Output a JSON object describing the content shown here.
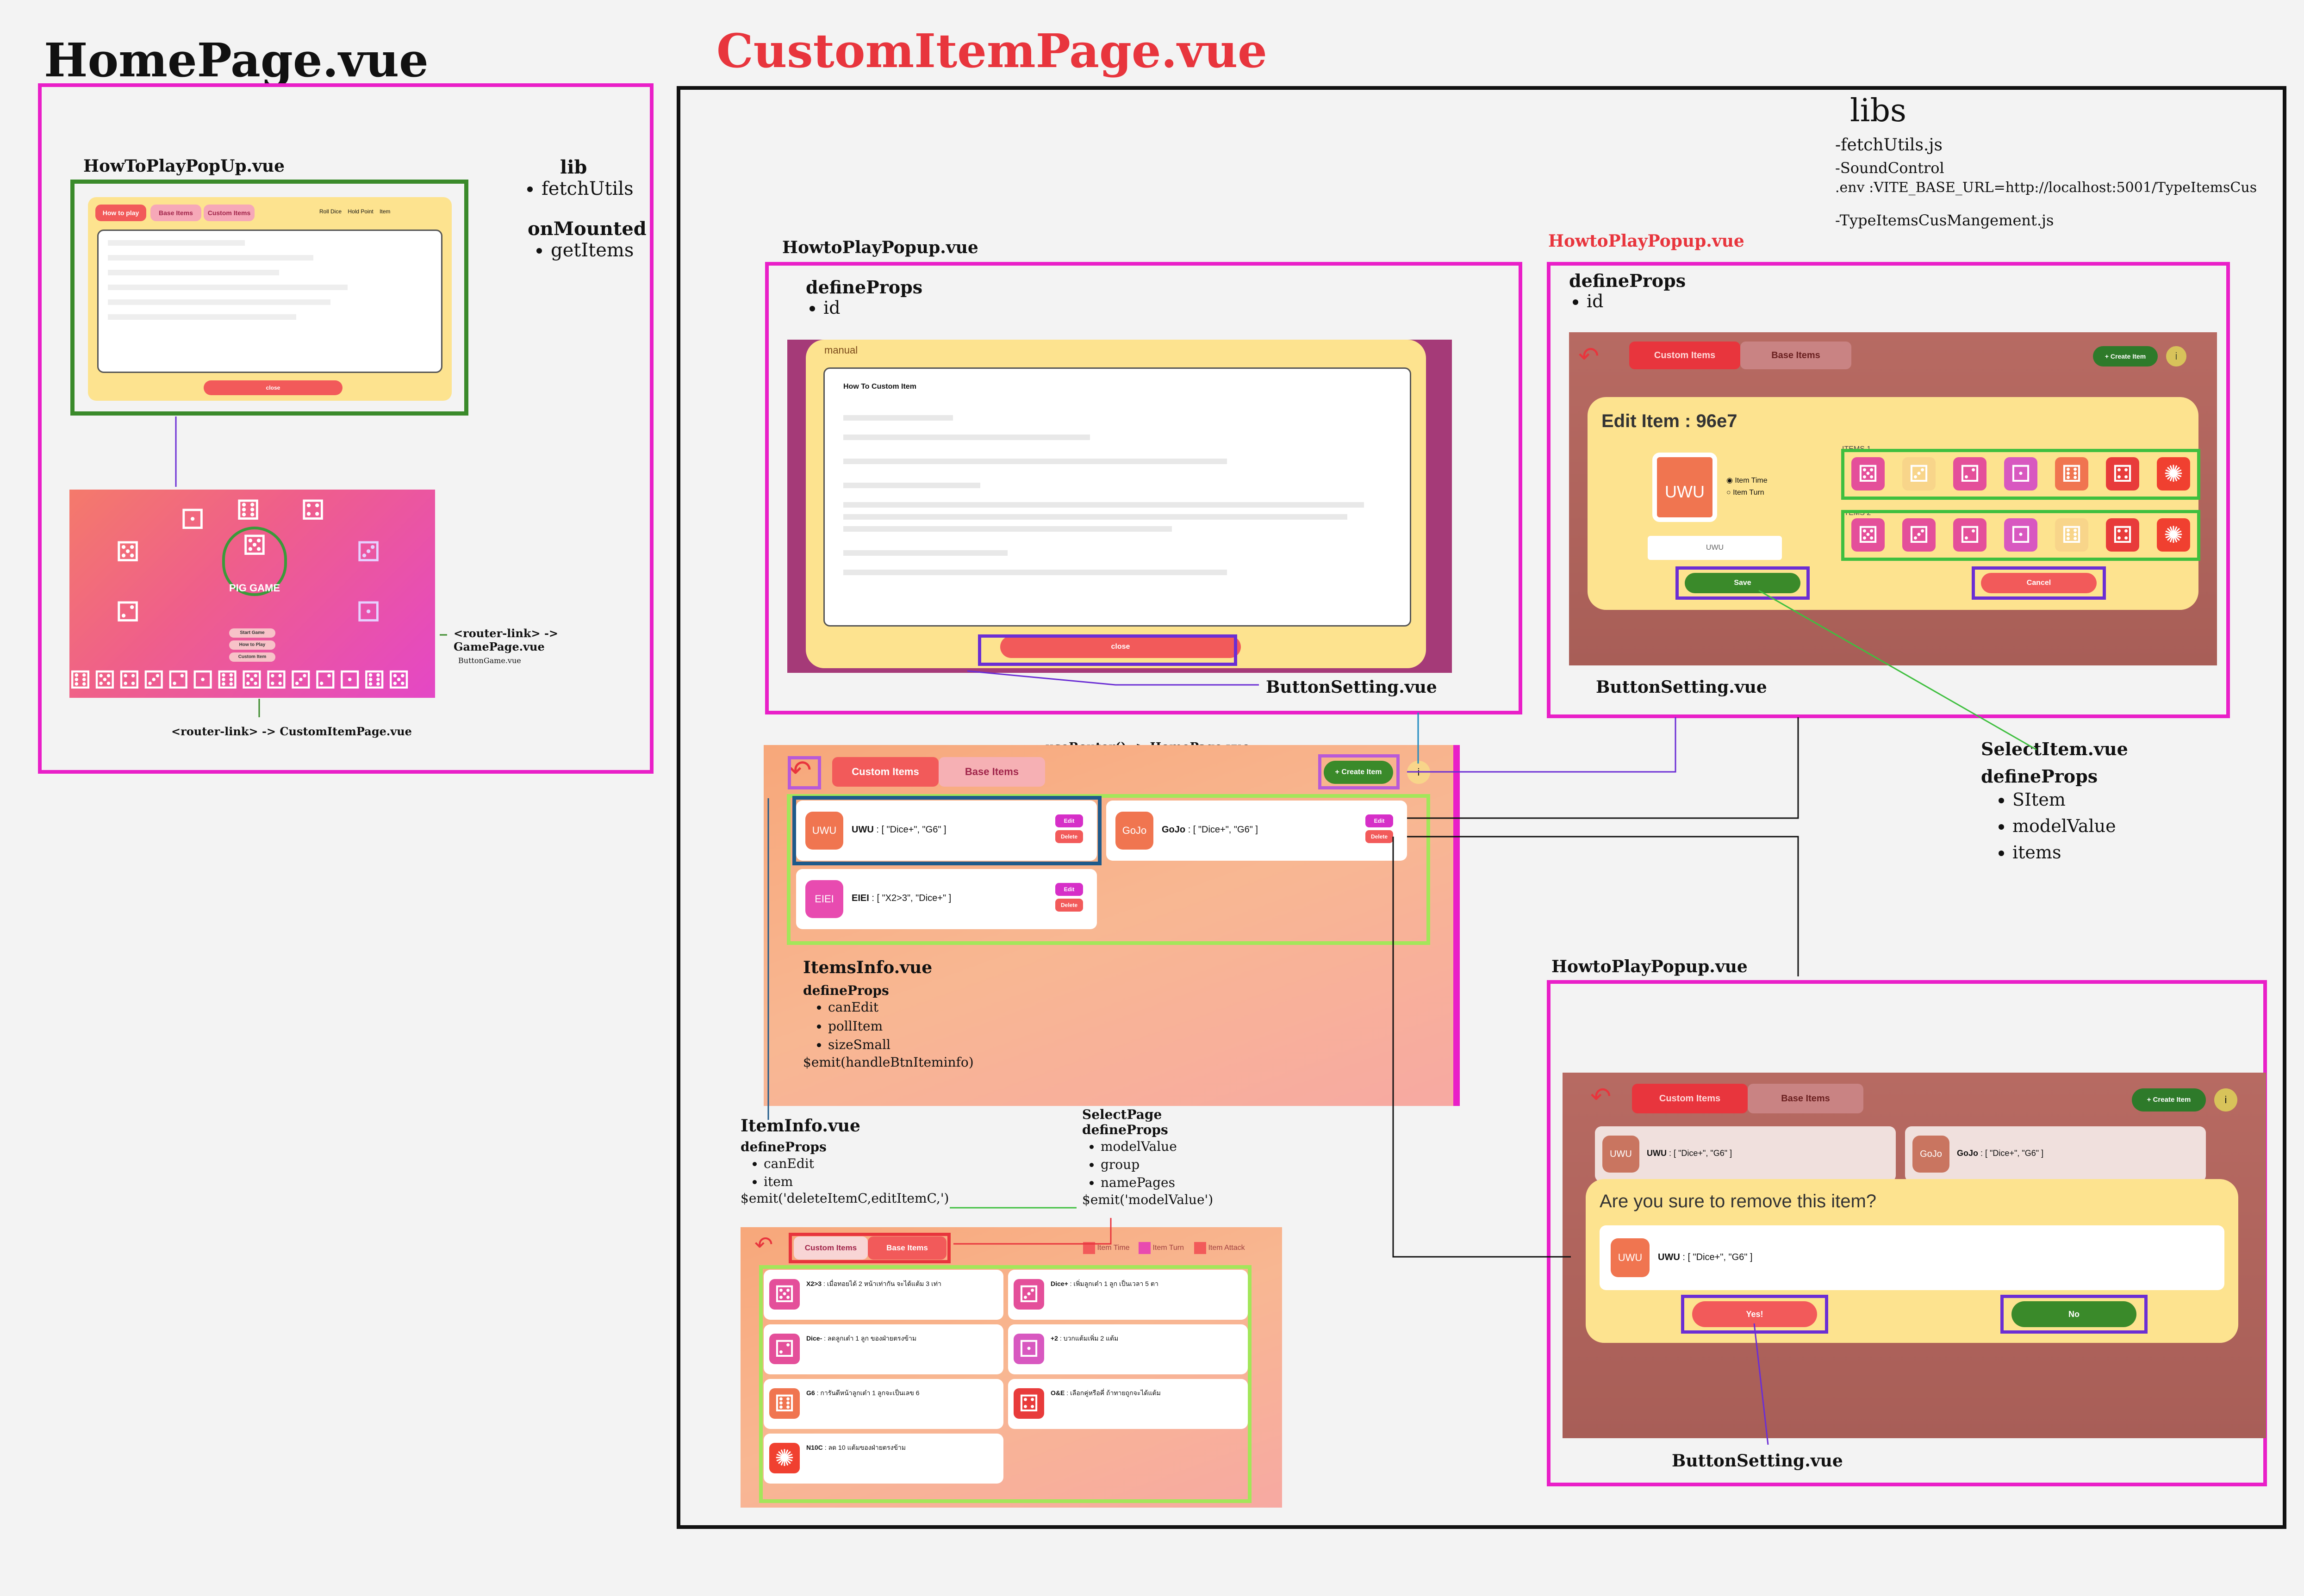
{
  "titles": {
    "home": "HomePage.vue",
    "custom": "CustomItemPage.vue"
  },
  "home": {
    "popup_label": "HowToPlayPopUp.vue",
    "lib_title": "lib",
    "lib_items": [
      "fetchUtils"
    ],
    "onmounted_title": "onMounted",
    "onmounted_items": [
      "getItems"
    ],
    "popup_tabs": [
      "How to play",
      "Base Items",
      "Custom Items"
    ],
    "popup_right": [
      "Roll Dice",
      "Hold Point",
      "Item"
    ],
    "popup_close": "close",
    "game_title": "PIG GAME",
    "game_buttons": [
      "Start Game",
      "How to Play",
      "Custom Item"
    ],
    "router_game": "<router-link> -> GamePage.vue",
    "button_game": "ButtonGame.vue",
    "router_custom": "<router-link> -> CustomItemPage.vue"
  },
  "libs": {
    "title": "libs",
    "items": [
      "-fetchUtils.js",
      "-SoundControl",
      ".env :VITE_BASE_URL=http://localhost:5001/TypeItemsCus",
      "-TypeItemsCusMangement.js"
    ]
  },
  "popup_how": {
    "label": "HowtoPlayPopup.vue",
    "props_title": "defineProps",
    "props": [
      "id"
    ],
    "manual_label": "manual",
    "heading": "How To Custom Item",
    "close": "close",
    "button_setting": "ButtonSetting.vue"
  },
  "popup_edit": {
    "label": "HowtoPlayPopup.vue",
    "props_title": "defineProps",
    "props": [
      "id"
    ],
    "edit_title": "Edit Item : 96e7",
    "avatar": "UWU",
    "radio": [
      "Item Time",
      "Item Turn"
    ],
    "name_value": "UWU",
    "items_label": "ITEMS 1",
    "items_label2": "ITEMS 2",
    "save": "Save",
    "cancel": "Cancel",
    "tabs": [
      "Custom Items",
      "Base Items"
    ],
    "create": "+ Create Item",
    "button_setting": "ButtonSetting.vue"
  },
  "select_item": {
    "title": "SelectItem.vue",
    "props_title": "defineProps",
    "props": [
      "SItem",
      "modelValue",
      "items"
    ]
  },
  "main": {
    "router_label": ".useRouter() -> HomePage.vue",
    "tabs": [
      "Custom Items",
      "Base Items"
    ],
    "create": "+ Create Item",
    "items": [
      {
        "avatar": "UWU",
        "name": "UWU",
        "value": ": [ \"Dice+\", \"G6\" ]"
      },
      {
        "avatar": "GoJo",
        "name": "GoJo",
        "value": ": [ \"Dice+\", \"G6\" ]"
      },
      {
        "avatar": "EIEI",
        "name": "EIEI",
        "value": ": [ \"X2>3\", \"Dice+\" ]"
      }
    ],
    "edit": "Edit",
    "delete": "Delete",
    "itemsinfo_title": "ItemsInfo.vue",
    "itemsinfo_props_title": "defineProps",
    "itemsinfo_props": [
      "canEdit",
      "pollItem",
      "sizeSmall"
    ],
    "itemsinfo_emit": "$emit(handleBtnIteminfo)"
  },
  "iteminfo": {
    "title": "ItemInfo.vue",
    "props_title": "defineProps",
    "props": [
      "canEdit",
      "item"
    ],
    "emit": "$emit('deleteItemC,editItemC,')"
  },
  "selectpage": {
    "title": "SelectPage",
    "props_title": "defineProps",
    "props": [
      "modelValue",
      "group",
      "namePages"
    ],
    "emit": "$emit('modelValue')"
  },
  "base_items": {
    "tabs": [
      "Custom Items",
      "Base Items"
    ],
    "filters": [
      "Item Time",
      "Item Turn",
      "Item Attack"
    ],
    "cards": [
      {
        "name": "X2>3",
        "desc": ": เมื่อทอยได้ 2 หน้าเท่ากัน จะได้แต้ม 3 เท่า"
      },
      {
        "name": "Dice+",
        "desc": ": เพิ่มลูกเต๋า 1 ลูก เป็นเวลา 5 ตา"
      },
      {
        "name": "Dice-",
        "desc": ": ลดลูกเต๋า 1 ลูก ของฝ่ายตรงข้าม"
      },
      {
        "name": "+2",
        "desc": ": บวกแต้มเพิ่ม 2 แต้ม"
      },
      {
        "name": "G6",
        "desc": ": การันตีหน้าลูกเต๋า 1 ลูกจะเป็นเลข 6"
      },
      {
        "name": "O&E",
        "desc": ": เลือกคู่หรือคี่ ถ้าทายถูกจะได้แต้ม"
      },
      {
        "name": "N10C",
        "desc": ": ลด 10 แต้มของฝ่ายตรงข้าม"
      }
    ]
  },
  "popup_confirm": {
    "label": "HowtoPlayPopup.vue",
    "question": "Are you sure to remove this item?",
    "avatar": "UWU",
    "item_name": "UWU",
    "item_value": ": [ \"Dice+\", \"G6\" ]",
    "yes": "Yes!",
    "no": "No",
    "tabs": [
      "Custom Items",
      "Base Items"
    ],
    "create": "+ Create Item",
    "bg_items": [
      {
        "avatar": "UWU",
        "name": "UWU",
        "value": ": [ \"Dice+\", \"G6\" ]"
      },
      {
        "avatar": "GoJo",
        "name": "GoJo",
        "value": ": [ \"Dice+\", \"G6\" ]"
      }
    ],
    "button_setting": "ButtonSetting.vue"
  },
  "colors": {
    "magenta": "#e91fc8",
    "green": "#3fbf3f",
    "purple": "#6b2ed4",
    "lime": "#a3e65a",
    "red_title": "#e8353d"
  }
}
